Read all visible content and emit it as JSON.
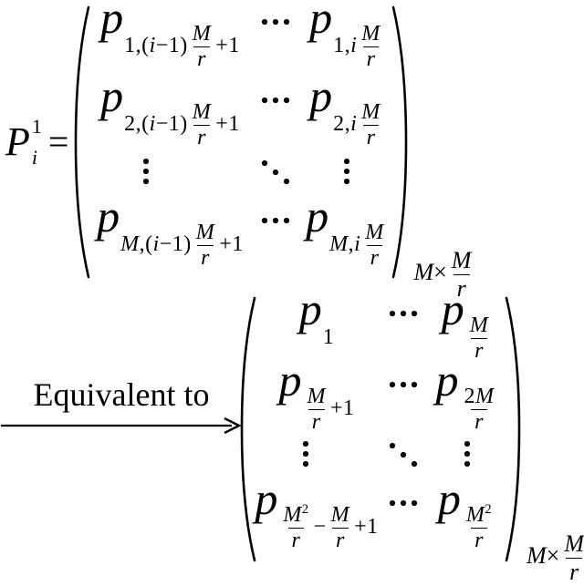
{
  "colors": {
    "ink": "#000000",
    "background": "#ffffff"
  },
  "equation1": {
    "lhs": {
      "base": "P",
      "sup": "1",
      "sub": "i",
      "equals": "="
    },
    "matrix": {
      "dimension": [
        [
          "i",
          "M"
        ],
        [
          "r",
          "×"
        ],
        [
          "f",
          [
            [
              "i",
              "M"
            ]
          ],
          [
            [
              "i",
              "r"
            ]
          ]
        ]
      ],
      "rows": [
        [
          {
            "type": "entry",
            "base": [
              [
                "i",
                "p"
              ]
            ],
            "sub": [
              [
                "r",
                "1,("
              ],
              [
                "i",
                "i"
              ],
              [
                "r",
                "−1)"
              ],
              [
                "f",
                [
                  [
                    "i",
                    "M"
                  ]
                ],
                [
                  [
                    "i",
                    "r"
                  ]
                ]
              ],
              [
                "r",
                "+1"
              ]
            ]
          },
          {
            "type": "dots",
            "kind": "cdots"
          },
          {
            "type": "entry",
            "base": [
              [
                "i",
                "p"
              ]
            ],
            "sub": [
              [
                "r",
                "1,"
              ],
              [
                "i",
                "i"
              ],
              [
                "f",
                [
                  [
                    "i",
                    "M"
                  ]
                ],
                [
                  [
                    "i",
                    "r"
                  ]
                ]
              ]
            ]
          }
        ],
        [
          {
            "type": "entry",
            "base": [
              [
                "i",
                "p"
              ]
            ],
            "sub": [
              [
                "r",
                "2,("
              ],
              [
                "i",
                "i"
              ],
              [
                "r",
                "−1)"
              ],
              [
                "f",
                [
                  [
                    "i",
                    "M"
                  ]
                ],
                [
                  [
                    "i",
                    "r"
                  ]
                ]
              ],
              [
                "r",
                "+1"
              ]
            ]
          },
          {
            "type": "dots",
            "kind": "cdots"
          },
          {
            "type": "entry",
            "base": [
              [
                "i",
                "p"
              ]
            ],
            "sub": [
              [
                "r",
                "2,"
              ],
              [
                "i",
                "i"
              ],
              [
                "f",
                [
                  [
                    "i",
                    "M"
                  ]
                ],
                [
                  [
                    "i",
                    "r"
                  ]
                ]
              ]
            ]
          }
        ],
        [
          {
            "type": "dots",
            "kind": "vdots"
          },
          {
            "type": "dots",
            "kind": "ddots"
          },
          {
            "type": "dots",
            "kind": "vdots"
          }
        ],
        [
          {
            "type": "entry",
            "base": [
              [
                "i",
                "p"
              ]
            ],
            "sub": [
              [
                "i",
                "M"
              ],
              [
                "r",
                ",("
              ],
              [
                "i",
                "i"
              ],
              [
                "r",
                "−1)"
              ],
              [
                "f",
                [
                  [
                    "i",
                    "M"
                  ]
                ],
                [
                  [
                    "i",
                    "r"
                  ]
                ]
              ],
              [
                "r",
                "+1"
              ]
            ]
          },
          {
            "type": "dots",
            "kind": "cdots"
          },
          {
            "type": "entry",
            "base": [
              [
                "i",
                "p"
              ]
            ],
            "sub": [
              [
                "i",
                "M"
              ],
              [
                "r",
                ","
              ],
              [
                "i",
                "i"
              ],
              [
                "f",
                [
                  [
                    "i",
                    "M"
                  ]
                ],
                [
                  [
                    "i",
                    "r"
                  ]
                ]
              ]
            ]
          }
        ]
      ]
    }
  },
  "arrow": {
    "label": "Equivalent to"
  },
  "equation2": {
    "matrix": {
      "dimension": [
        [
          "i",
          "M"
        ],
        [
          "r",
          "×"
        ],
        [
          "f",
          [
            [
              "i",
              "M"
            ]
          ],
          [
            [
              "i",
              "r"
            ]
          ]
        ]
      ],
      "rows": [
        [
          {
            "type": "entry",
            "base": [
              [
                "i",
                "p"
              ]
            ],
            "sub": [
              [
                "r",
                "1"
              ]
            ]
          },
          {
            "type": "dots",
            "kind": "cdots"
          },
          {
            "type": "entry",
            "base": [
              [
                "i",
                "p"
              ]
            ],
            "sub": [
              [
                "f",
                [
                  [
                    "i",
                    "M"
                  ]
                ],
                [
                  [
                    "i",
                    "r"
                  ]
                ]
              ]
            ]
          }
        ],
        [
          {
            "type": "entry",
            "base": [
              [
                "i",
                "p"
              ]
            ],
            "sub": [
              [
                "f",
                [
                  [
                    "i",
                    "M"
                  ]
                ],
                [
                  [
                    "i",
                    "r"
                  ]
                ]
              ],
              [
                "r",
                "+1"
              ]
            ]
          },
          {
            "type": "dots",
            "kind": "cdots"
          },
          {
            "type": "entry",
            "base": [
              [
                "i",
                "p"
              ]
            ],
            "sub": [
              [
                "f",
                [
                  [
                    "r",
                    "2"
                  ],
                  [
                    "i",
                    "M"
                  ]
                ],
                [
                  [
                    "i",
                    "r"
                  ]
                ]
              ]
            ]
          }
        ],
        [
          {
            "type": "dots",
            "kind": "vdots"
          },
          {
            "type": "dots",
            "kind": "ddots"
          },
          {
            "type": "dots",
            "kind": "vdots"
          }
        ],
        [
          {
            "type": "entry",
            "base": [
              [
                "i",
                "p"
              ]
            ],
            "sub": [
              [
                "f",
                [
                  [
                    "i",
                    "M"
                  ],
                  [
                    "s",
                    "2"
                  ]
                ],
                [
                  [
                    "i",
                    "r"
                  ]
                ]
              ],
              [
                "r",
                "−"
              ],
              [
                "f",
                [
                  [
                    "i",
                    "M"
                  ]
                ],
                [
                  [
                    "i",
                    "r"
                  ]
                ]
              ],
              [
                "r",
                "+1"
              ]
            ]
          },
          {
            "type": "dots",
            "kind": "cdots"
          },
          {
            "type": "entry",
            "base": [
              [
                "i",
                "p"
              ]
            ],
            "sub": [
              [
                "f",
                [
                  [
                    "i",
                    "M"
                  ],
                  [
                    "s",
                    "2"
                  ]
                ],
                [
                  [
                    "i",
                    "r"
                  ]
                ]
              ]
            ]
          }
        ]
      ]
    }
  }
}
